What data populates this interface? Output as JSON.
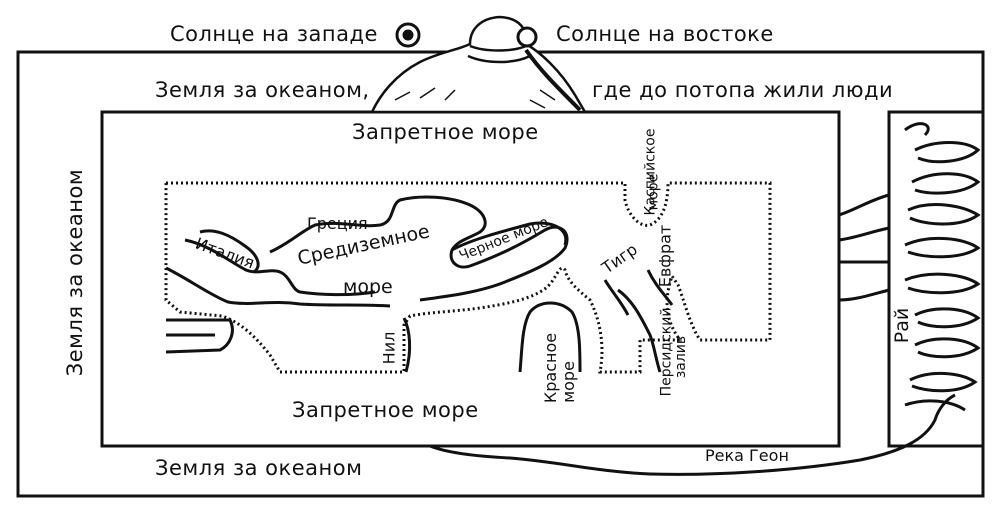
{
  "labels": {
    "sun_west": "Солнце на западе",
    "sun_east": "Солнце на востоке",
    "land_top_left": "Земля за океаном,",
    "land_top_right": "где до потопа жили люди",
    "land_left": "Земля за океаном",
    "land_bottom": "Земля за океаном",
    "forbidden_sea_top": "Запретное море",
    "forbidden_sea_bottom": "Запретное море",
    "greece": "Греция",
    "italy": "Италия",
    "mediterranean_line1": "Средиземное",
    "mediterranean_line2": "море",
    "black_sea": "Черное море",
    "caspian_line1": "Каспийское",
    "caspian_line2": "море",
    "tigris": "Тигр",
    "euphrates": "Евфрат",
    "nile": "Нил",
    "red_sea_line1": "Красное",
    "red_sea_line2": "море",
    "persian_gulf_line1": "Персидский",
    "persian_gulf_line2": "залив",
    "paradise": "Рай",
    "river_geon": "Река Геон"
  },
  "colors": {
    "ink": "#111111",
    "paper": "#ffffff"
  }
}
